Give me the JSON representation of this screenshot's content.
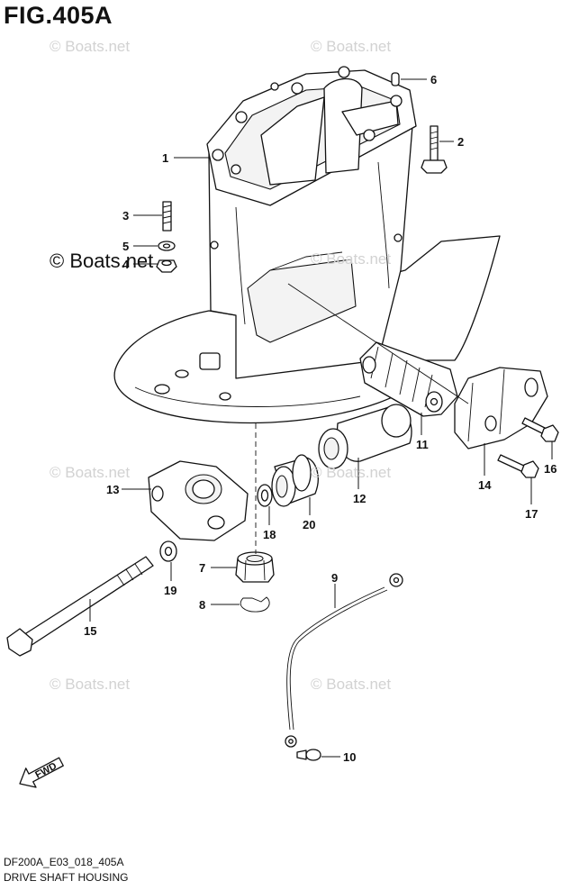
{
  "figure": {
    "title": "FIG.405A",
    "code": "DF200A_E03_018_405A",
    "caption": "DRIVE SHAFT HOUSING"
  },
  "watermark": {
    "main": "© Boats.net",
    "faint": "© Boats.net"
  },
  "fwd_label": "FWD",
  "callouts": [
    "1",
    "2",
    "3",
    "4",
    "5",
    "6",
    "7",
    "8",
    "9",
    "10",
    "11",
    "12",
    "13",
    "14",
    "15",
    "16",
    "17",
    "18",
    "19",
    "20"
  ]
}
